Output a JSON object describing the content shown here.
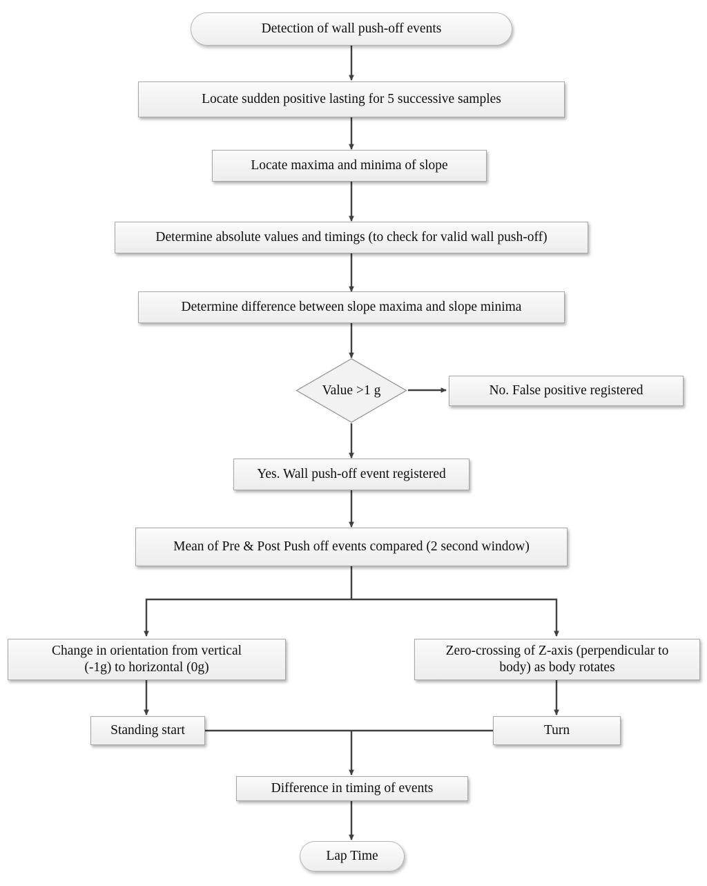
{
  "diagram": {
    "title": "Detection of wall push-off events flowchart",
    "type": "flowchart",
    "orientation": "top-to-bottom",
    "colors": {
      "node_fill_top": "#fbfbfb",
      "node_fill_bottom": "#ededed",
      "node_border": "#a6a6a6",
      "connector": "#404040",
      "text": "#0d0d0d",
      "background": "#ffffff"
    }
  },
  "nodes": {
    "start": {
      "label": "Detection of wall push-off events",
      "shape": "terminator"
    },
    "locate_sudden_positive": {
      "label": "Locate sudden positive lasting for 5 successive samples",
      "shape": "process"
    },
    "locate_maxima_minima": {
      "label": "Locate maxima and minima of slope",
      "shape": "process"
    },
    "determine_absolute": {
      "label": "Determine absolute values and timings (to check for valid wall push-off)",
      "shape": "process"
    },
    "determine_difference": {
      "label": "Determine difference between slope maxima and slope minima",
      "shape": "process"
    },
    "decision_value": {
      "label": "Value >1 g",
      "shape": "decision"
    },
    "false_positive": {
      "label": "No. False positive registered",
      "shape": "process"
    },
    "event_registered": {
      "label": "Yes. Wall push-off event registered",
      "shape": "process"
    },
    "mean_compare": {
      "label": "Mean of Pre & Post Push off events compared (2 second window)",
      "shape": "process"
    },
    "orientation_change": {
      "label": "Change in orientation from vertical\n(-1g) to horizontal (0g)",
      "shape": "process"
    },
    "zero_crossing": {
      "label": "Zero-crossing of Z-axis (perpendicular to\nbody) as body rotates",
      "shape": "process"
    },
    "standing_start": {
      "label": "Standing start",
      "shape": "process"
    },
    "turn": {
      "label": "Turn",
      "shape": "process"
    },
    "difference_timing": {
      "label": "Difference in timing of events",
      "shape": "process"
    },
    "lap_time": {
      "label": "Lap Time",
      "shape": "terminator"
    }
  },
  "edges": [
    {
      "from": "start",
      "to": "locate_sudden_positive",
      "label": ""
    },
    {
      "from": "locate_sudden_positive",
      "to": "locate_maxima_minima",
      "label": ""
    },
    {
      "from": "locate_maxima_minima",
      "to": "determine_absolute",
      "label": ""
    },
    {
      "from": "determine_absolute",
      "to": "determine_difference",
      "label": ""
    },
    {
      "from": "determine_difference",
      "to": "decision_value",
      "label": ""
    },
    {
      "from": "decision_value",
      "to": "false_positive",
      "label": ""
    },
    {
      "from": "decision_value",
      "to": "event_registered",
      "label": ""
    },
    {
      "from": "event_registered",
      "to": "mean_compare",
      "label": ""
    },
    {
      "from": "mean_compare",
      "to": "orientation_change",
      "label": ""
    },
    {
      "from": "mean_compare",
      "to": "zero_crossing",
      "label": ""
    },
    {
      "from": "orientation_change",
      "to": "standing_start",
      "label": ""
    },
    {
      "from": "zero_crossing",
      "to": "turn",
      "label": ""
    },
    {
      "from": "standing_start",
      "to": "difference_timing",
      "label": ""
    },
    {
      "from": "turn",
      "to": "difference_timing",
      "label": ""
    },
    {
      "from": "difference_timing",
      "to": "lap_time",
      "label": ""
    }
  ]
}
